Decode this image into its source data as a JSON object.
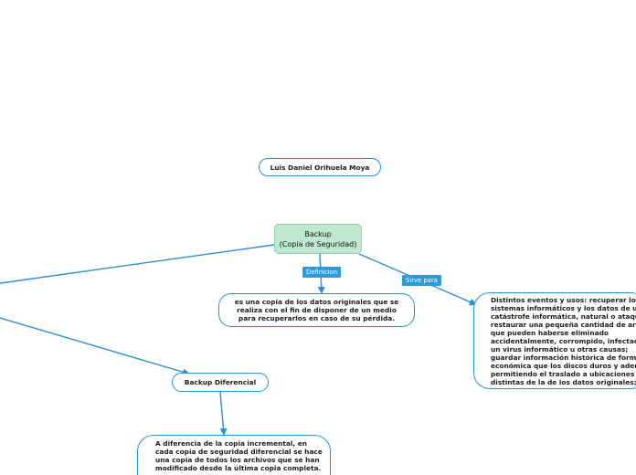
{
  "diagram": {
    "author": "Luis Daniel Orihuela Moya",
    "central_topic": {
      "line1": "Backup",
      "line2": "(Copia de Seguridad)"
    },
    "labels": {
      "definicion": "Definicion",
      "sirve_para": "Sirve para"
    },
    "definition_text": "es una copia de los datos originales que se\nrealiza con el fin de disponer de un medio\npara recuperarlos en caso de su pérdida.",
    "uses_text": "Distintos eventos y usos: recuperar los\nsistemas informáticos y los datos de una\ncatástrofe informática, natural o ataque;\nrestaurar una pequeña cantidad de archivos\nque pueden haberse eliminado\naccidentalmente, corrompido, infectado por\nun virus informático u otras causas;\nguardar información histórica de forma más\neconómica que los discos duros y además\npermitiendo el traslado a ubicaciones\ndistintas de la de los datos originales; etc.",
    "backup_diferencial": "Backup Diferencial",
    "diferencial_text": "A diferencia de la copia incremental, en\ncada copia de seguridad diferencial se hace\nuna copia de todos los archivos que se han\nmodificado desde la última copia completa.",
    "colors": {
      "line": "#2a8fd0",
      "central_fill": "#bfe8cf",
      "label_fill": "#2e9bd8"
    }
  }
}
